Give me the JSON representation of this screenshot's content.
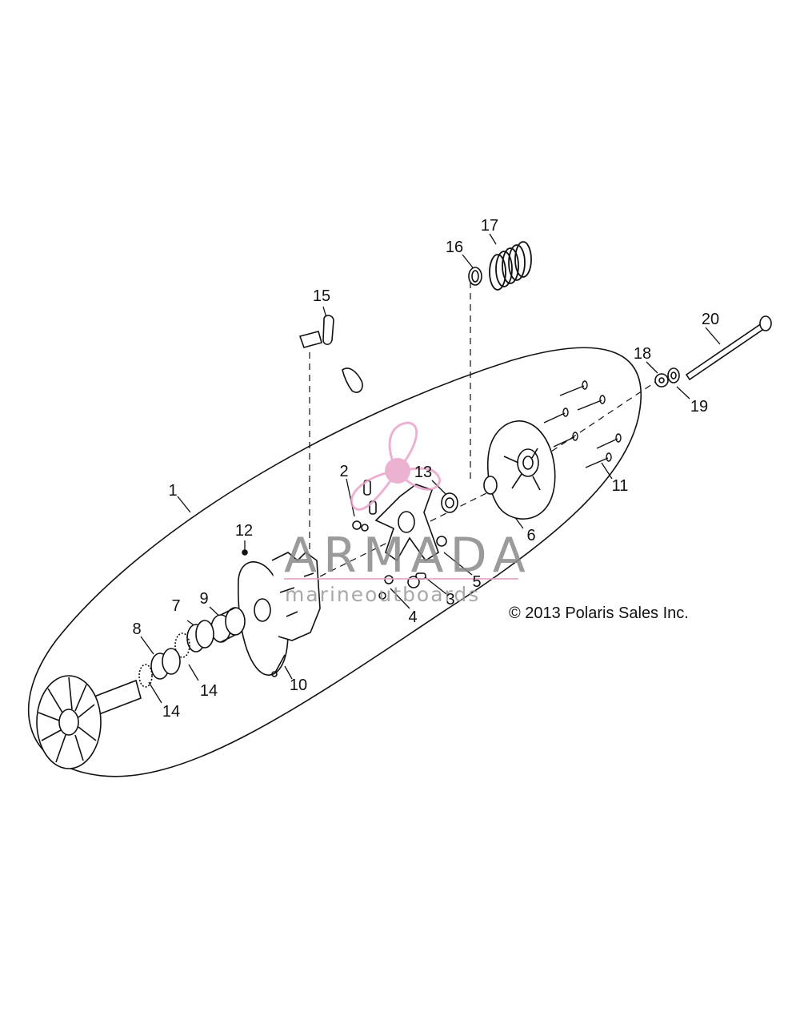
{
  "callouts": {
    "c1": "1",
    "c2": "2",
    "c3": "3",
    "c4": "4",
    "c5": "5",
    "c6": "6",
    "c7": "7",
    "c8": "8",
    "c9": "9",
    "c10": "10",
    "c11": "11",
    "c12": "12",
    "c13": "13",
    "c14a": "14",
    "c14b": "14",
    "c15": "15",
    "c16": "16",
    "c17": "17",
    "c18": "18",
    "c19": "19",
    "c20": "20"
  },
  "copyright": "© 2013 Polaris Sales Inc.",
  "watermark": {
    "title": "ARMADA",
    "subtitle": "marineoutboards",
    "accent_color": "#e8a0c8"
  }
}
